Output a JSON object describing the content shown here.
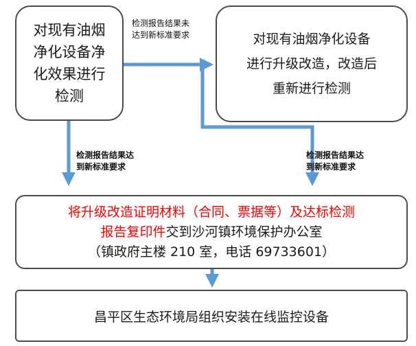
{
  "colors": {
    "arrow": "#5b9bd5",
    "border": "#4a4a4a",
    "highlight": "#ff0000"
  },
  "nodes": {
    "detect": {
      "lines": [
        "对现有油烟",
        "净化设备净",
        "化效果进行",
        "检测"
      ]
    },
    "upgrade": {
      "lines": [
        "对现有油烟净化设备",
        "进行升级改造，改造后",
        "重新进行检测"
      ]
    },
    "submit": {
      "line1_red": "将升级改造证明材料（合同、票据等）及达标检测",
      "line2_red": "报告复印件",
      "line2_black": "交到沙河镇环境保护办公室",
      "line3": "（镇政府主楼 210 室，电话 69733601）"
    },
    "install": {
      "text": "昌平区生态环境局组织安装在线监控设备"
    }
  },
  "edges": {
    "fail": {
      "lines": [
        "检测报告结果未",
        "达到新标准要求"
      ]
    },
    "pass_left": {
      "lines": [
        "检测报告结果达",
        "到新标准要求"
      ]
    },
    "pass_right": {
      "lines": [
        "检测报告结果达",
        "到新标准要求"
      ]
    }
  }
}
